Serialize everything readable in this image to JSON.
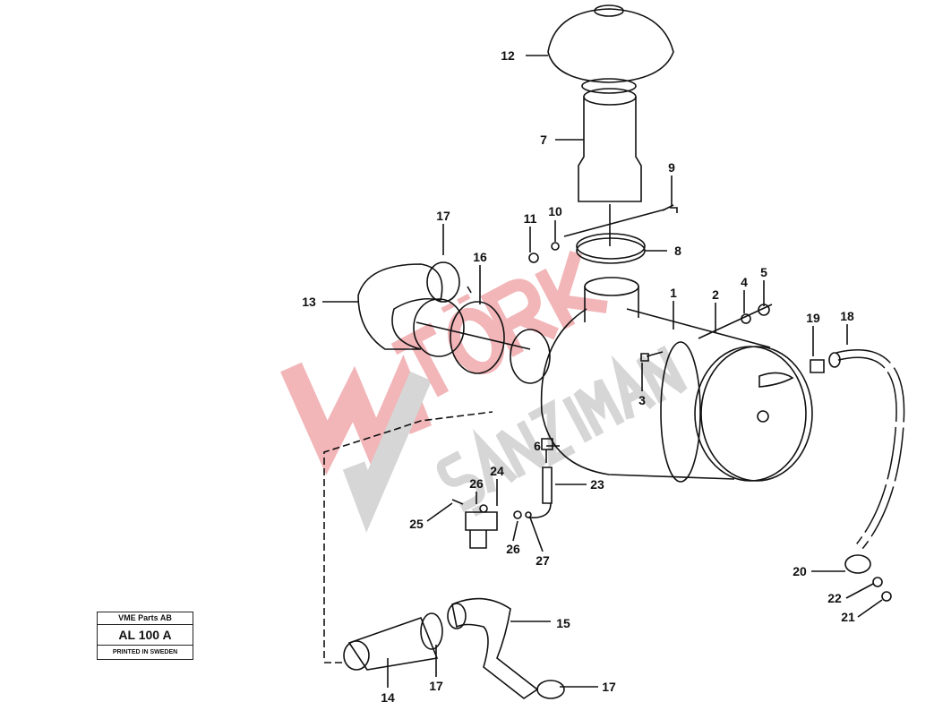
{
  "watermark": {
    "line1": "TÖRK",
    "line2": "ŞANZIMAN"
  },
  "title_block": {
    "company": "VME Parts AB",
    "code": "AL 100 A",
    "printed": "PRINTED IN SWEDEN"
  },
  "callouts": [
    "12",
    "7",
    "9",
    "11",
    "10",
    "8",
    "17",
    "16",
    "13",
    "1",
    "2",
    "4",
    "5",
    "19",
    "18",
    "3",
    "6",
    "24",
    "26",
    "23",
    "25",
    "26",
    "27",
    "20",
    "22",
    "21",
    "15",
    "14",
    "17",
    "17"
  ],
  "colors": {
    "line": "#111111",
    "watermark_red": "#e8797f",
    "watermark_gray": "#b5b5b5"
  }
}
